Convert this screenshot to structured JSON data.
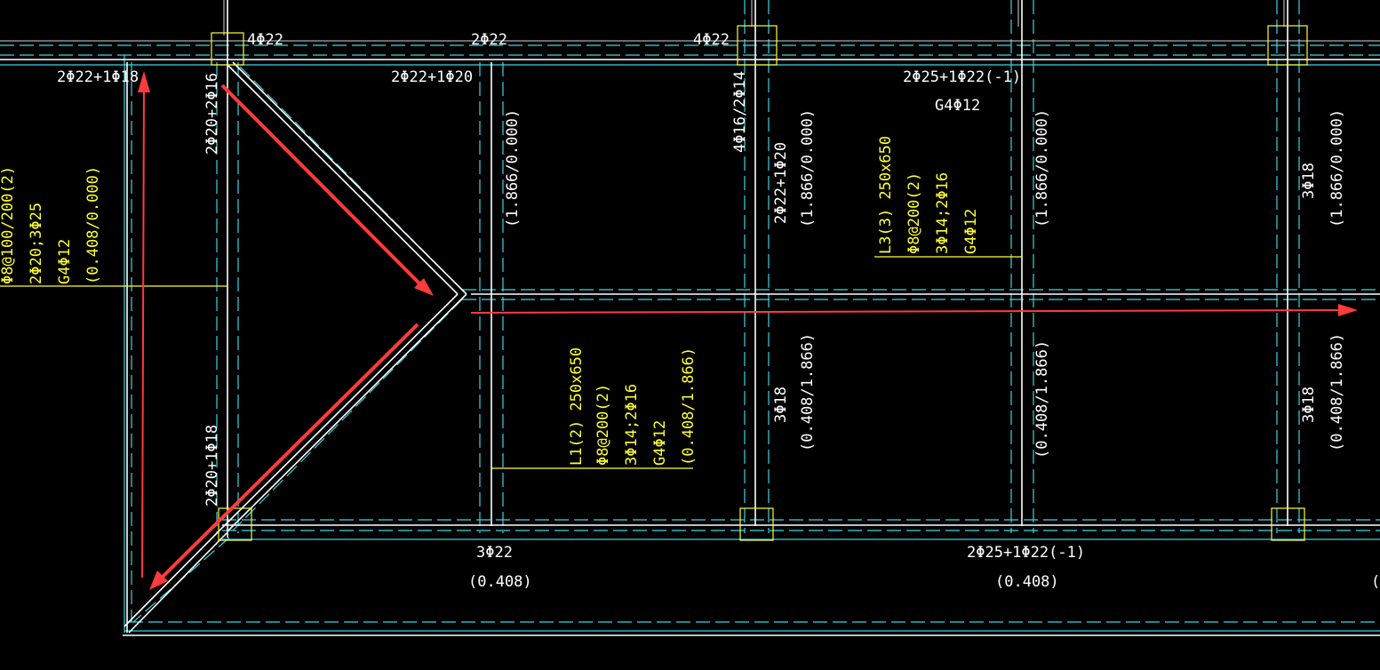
{
  "colors": {
    "background": "#000000",
    "beam_line": "#ffffff",
    "axis_line": "#38d6e6",
    "annotation": "#ffff33",
    "arrow": "#ff3b3b"
  },
  "top_labels": {
    "t1": "4Φ22",
    "t2": "2Φ22",
    "t3": "4Φ22",
    "t4": "2Φ22+1Φ18",
    "t5": "2Φ22+1Φ20",
    "t6": "2Φ25+1Φ22(-1)",
    "t7": "G4Φ12"
  },
  "vertical_labels": {
    "v1": "2Φ20+2Φ16",
    "v2": "2Φ20+1Φ18",
    "v3": "(1.866/0.000)",
    "v4": "4Φ16/2Φ14",
    "v5": "2Φ22+1Φ20",
    "v6": "(1.866/0.000)",
    "v7": "(1.866/0.000)",
    "v8": "3Φ18",
    "v9": "(1.866/0.000)",
    "v10": "3Φ18",
    "v11": "(0.408/1.866)",
    "v12": "(0.408/1.866)",
    "v13": "3Φ18",
    "v14": "(0.408/1.866)"
  },
  "left_beam_annotation": {
    "l1": "Φ8@100/200(2)",
    "l2": "2Φ20;3Φ25",
    "l3": "G4Φ12",
    "l4": "(0.408/0.000)"
  },
  "beam_L3": {
    "l1": "L3(3) 250x650",
    "l2": "Φ8@200(2)",
    "l3": "3Φ14;2Φ16",
    "l4": "G4Φ12"
  },
  "beam_L1": {
    "l1": "L1(2) 250x650",
    "l2": "Φ8@200(2)",
    "l3": "3Φ14;2Φ16",
    "l4": "G4Φ12",
    "l5": "(0.408/1.866)"
  },
  "bottom_labels": {
    "b1": "3Φ22",
    "b2": "(0.408)",
    "b3": "2Φ25+1Φ22(-1)",
    "b4": "(0.408)",
    "b5": "("
  }
}
